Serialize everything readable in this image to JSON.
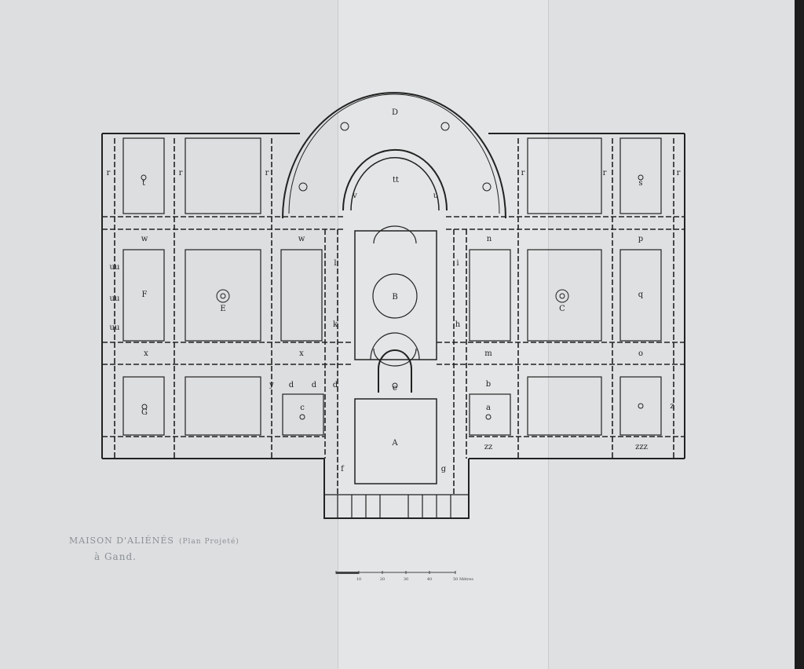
{
  "labels": {
    "D": "D",
    "tt": "tt",
    "v": "v",
    "u": "u",
    "r": "r",
    "t": "t",
    "s": "s",
    "w": "w",
    "n": "n",
    "p": "p",
    "uu": "uu",
    "F": "F",
    "E": "E",
    "B": "B",
    "C": "C",
    "q": "q",
    "l": "l",
    "i": "i",
    "k": "k",
    "h": "h",
    "x": "x",
    "m": "m",
    "o": "o",
    "y": "y",
    "d": "d",
    "e": "e",
    "b": "b",
    "G": "G",
    "c": "c",
    "a": "a",
    "z": "z",
    "A": "A",
    "zz": "zz",
    "zzz": "zzz",
    "f": "f",
    "g": "g"
  },
  "caption": {
    "title": "MAISON D'ALIÉNÉS",
    "subtitle": "(Plan Projeté)",
    "place": "à Gand."
  },
  "scale": {
    "ticks": [
      "10",
      "20",
      "30",
      "40",
      "50 Mètres"
    ]
  },
  "colors": {
    "ink": "#222222",
    "paper": "#e0e2e3"
  }
}
